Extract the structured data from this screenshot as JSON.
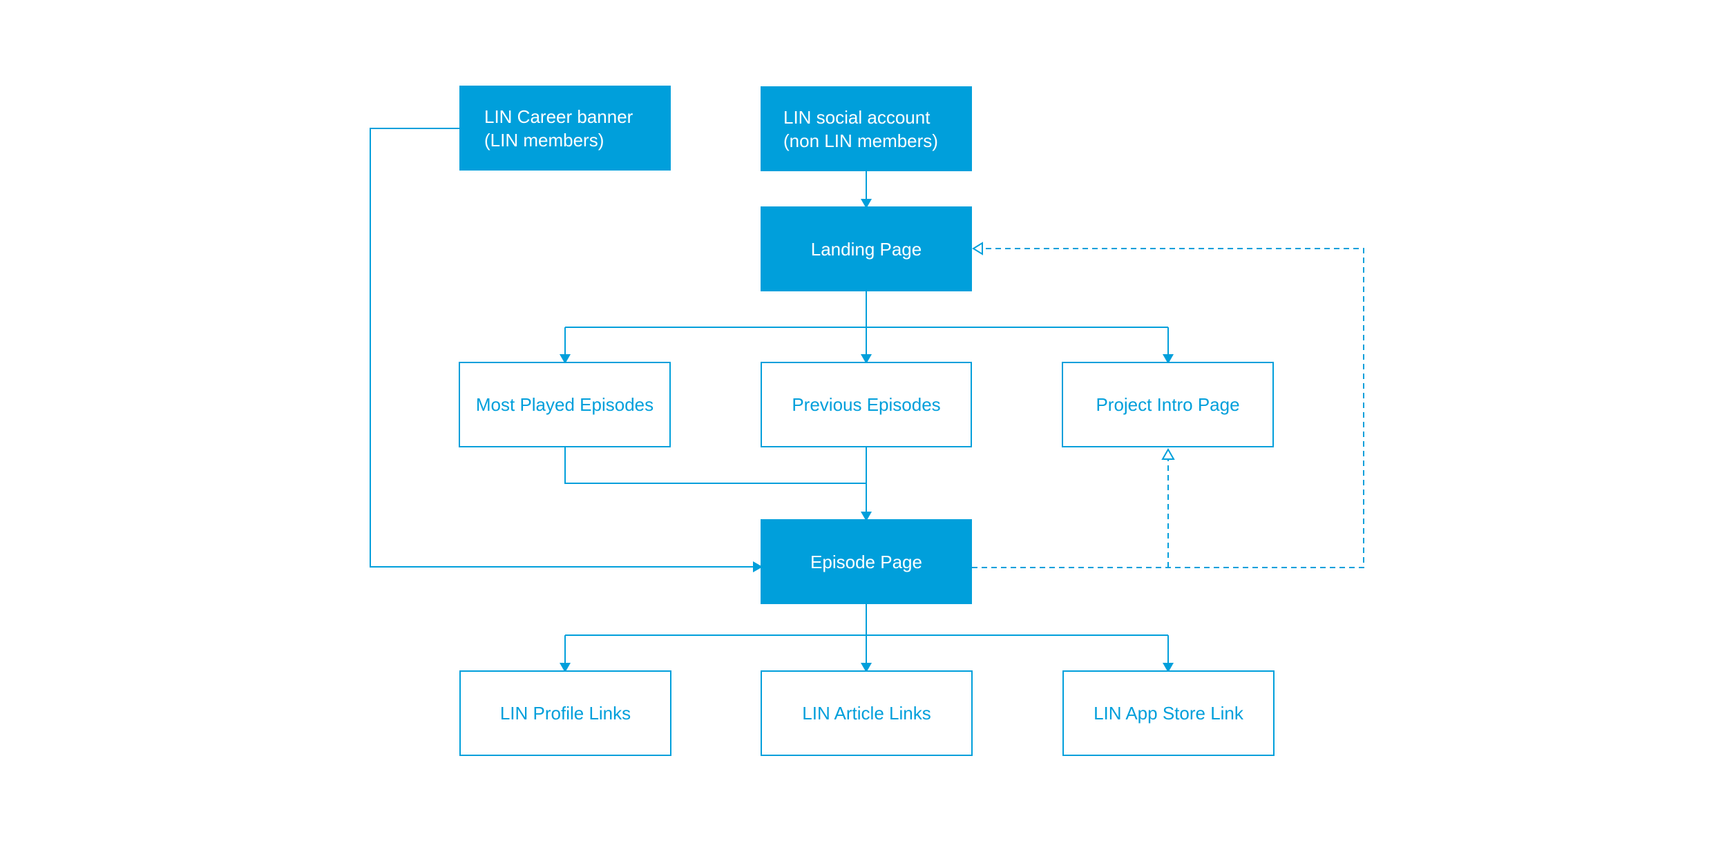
{
  "colors": {
    "accent": "#009fdb",
    "filled_text": "#ffffff",
    "background": "#ffffff"
  },
  "nodes": {
    "career_banner": {
      "line1": "LIN Career banner",
      "line2": "(LIN members)"
    },
    "social_account": {
      "line1": "LIN social account",
      "line2": "(non LIN members)"
    },
    "landing_page": {
      "label": "Landing Page"
    },
    "most_played": {
      "label": "Most Played Episodes"
    },
    "previous_episodes": {
      "label": "Previous Episodes"
    },
    "project_intro": {
      "label": "Project Intro Page"
    },
    "episode_page": {
      "label": "Episode Page"
    },
    "profile_links": {
      "label": "LIN Profile Links"
    },
    "article_links": {
      "label": "LIN Article Links"
    },
    "app_store_link": {
      "label": "LIN App Store Link"
    }
  },
  "edges": [
    {
      "from": "LIN social account",
      "to": "Landing Page",
      "style": "solid"
    },
    {
      "from": "Landing Page",
      "to": "Most Played Episodes",
      "style": "solid"
    },
    {
      "from": "Landing Page",
      "to": "Previous Episodes",
      "style": "solid"
    },
    {
      "from": "Landing Page",
      "to": "Project Intro Page",
      "style": "solid"
    },
    {
      "from": "Most Played Episodes",
      "to": "Episode Page",
      "style": "solid"
    },
    {
      "from": "Previous Episodes",
      "to": "Episode Page",
      "style": "solid"
    },
    {
      "from": "LIN Career banner",
      "to": "Episode Page",
      "style": "solid"
    },
    {
      "from": "Episode Page",
      "to": "LIN Profile Links",
      "style": "solid"
    },
    {
      "from": "Episode Page",
      "to": "LIN Article Links",
      "style": "solid"
    },
    {
      "from": "Episode Page",
      "to": "LIN App Store Link",
      "style": "solid"
    },
    {
      "from": "Episode Page",
      "to": "Project Intro Page",
      "style": "dashed"
    },
    {
      "from": "Episode Page",
      "to": "Landing Page",
      "style": "dashed"
    }
  ]
}
